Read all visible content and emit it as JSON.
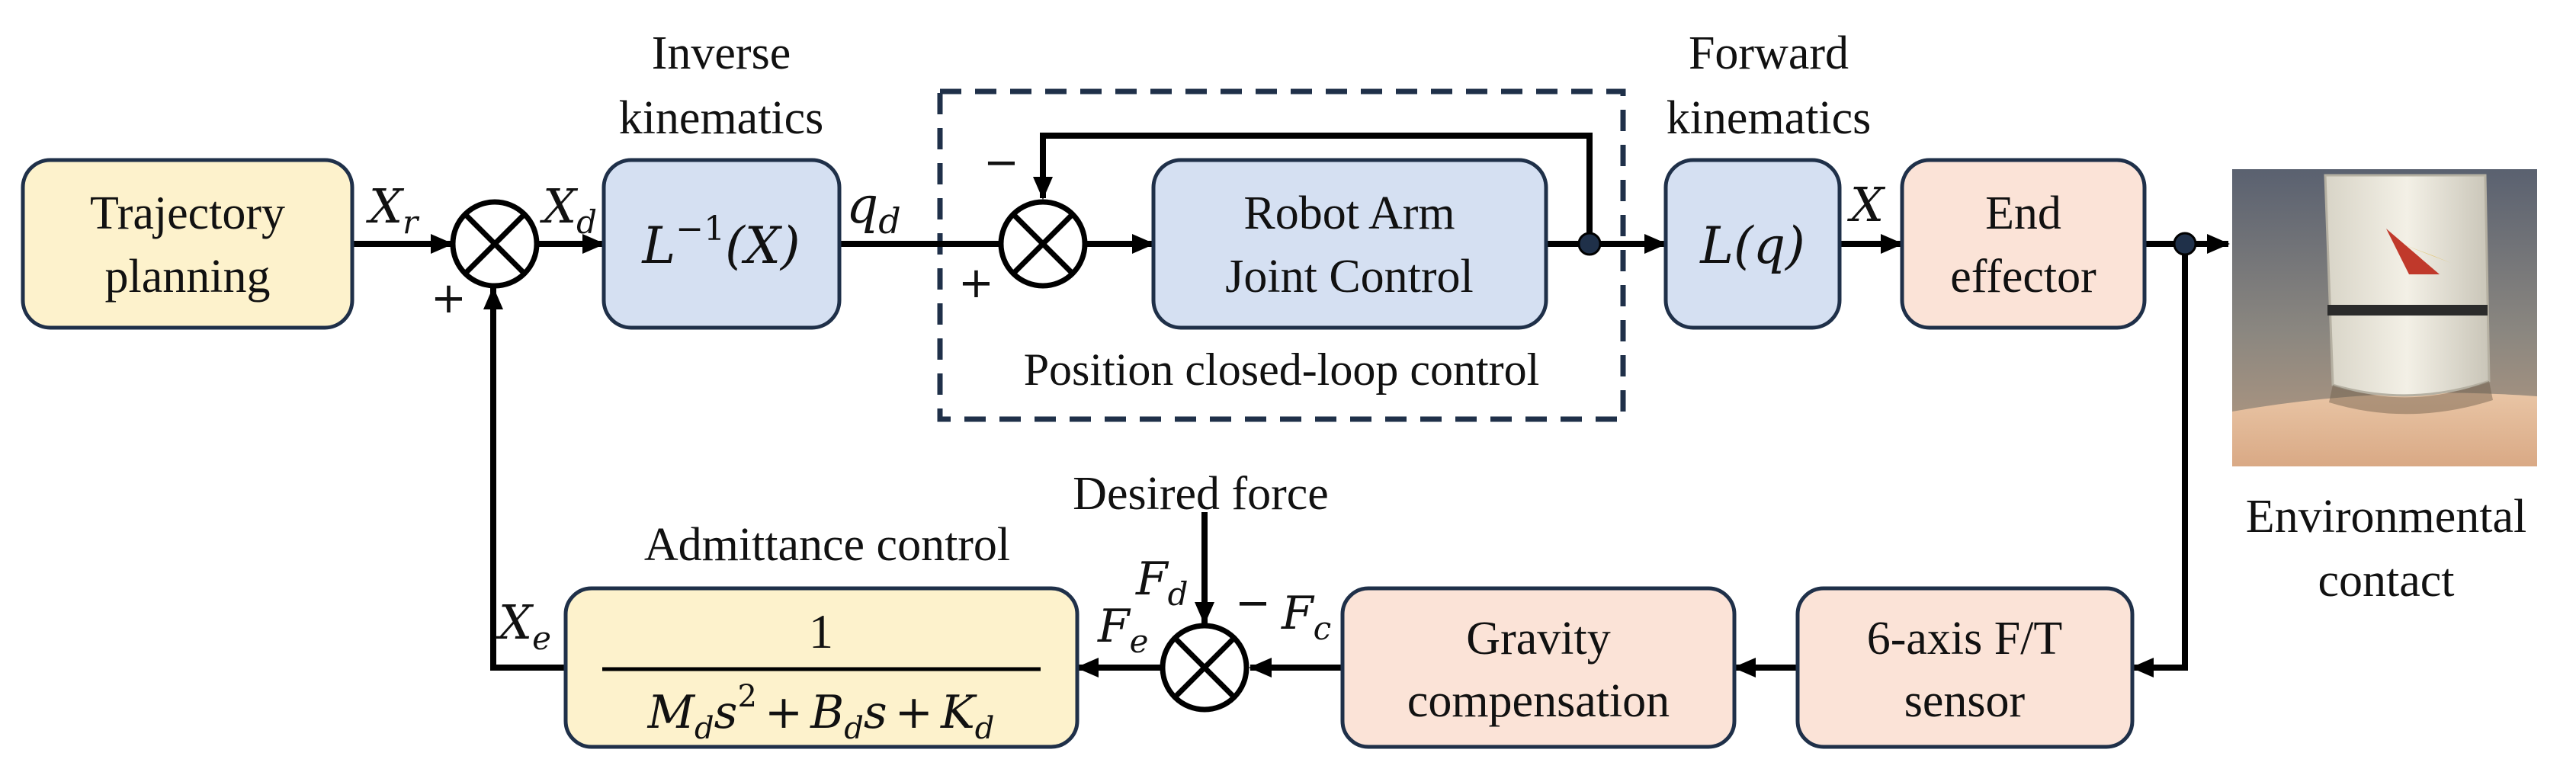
{
  "colors": {
    "yellow_fill": "#FDF2CC",
    "blue_fill": "#D5E0F2",
    "peach_fill": "#FBE3D7",
    "box_stroke": "#1F3049",
    "line": "#000000",
    "dash": "#1F3049"
  },
  "blocks": {
    "trajectory": [
      "Trajectory",
      "planning"
    ],
    "inverse_kin_title": [
      "Inverse",
      "kinematics"
    ],
    "inverse_kin_fn": {
      "pre": "L",
      "sup": "−1",
      "post": "(X)"
    },
    "robot_arm": [
      "Robot Arm",
      "Joint Control"
    ],
    "forward_kin_title": [
      "Forward",
      "kinematics"
    ],
    "forward_kin_fn": "L(q)",
    "end_effector": [
      "End",
      "effector"
    ],
    "position_loop": "Position closed-loop control",
    "environment": [
      "Environmental",
      "contact"
    ],
    "admittance_title": "Admittance control",
    "admittance_num": "1",
    "admittance_den": {
      "Md": "M",
      "s2": "s",
      "sq": "2",
      "plus1": "+",
      "Bd": "B",
      "s": "s",
      "plus2": "+",
      "Kd": "K",
      "sub": "d"
    },
    "desired_force": "Desired force",
    "gravity": [
      "Gravity",
      "compensation"
    ],
    "ft_sensor": [
      "6-axis F/T",
      "sensor"
    ]
  },
  "signals": {
    "Xr": {
      "main": "X",
      "sub": "r"
    },
    "Xd": {
      "main": "X",
      "sub": "d"
    },
    "qd": {
      "main": "q",
      "sub": "d"
    },
    "X": "X",
    "Xe": {
      "main": "X",
      "sub": "e"
    },
    "Fd": {
      "main": "F",
      "sub": "d"
    },
    "Fe": {
      "main": "F",
      "sub": "e"
    },
    "Fc": {
      "main": "F",
      "sub": "c"
    }
  },
  "signs": {
    "plus": "+",
    "minus": "−"
  }
}
